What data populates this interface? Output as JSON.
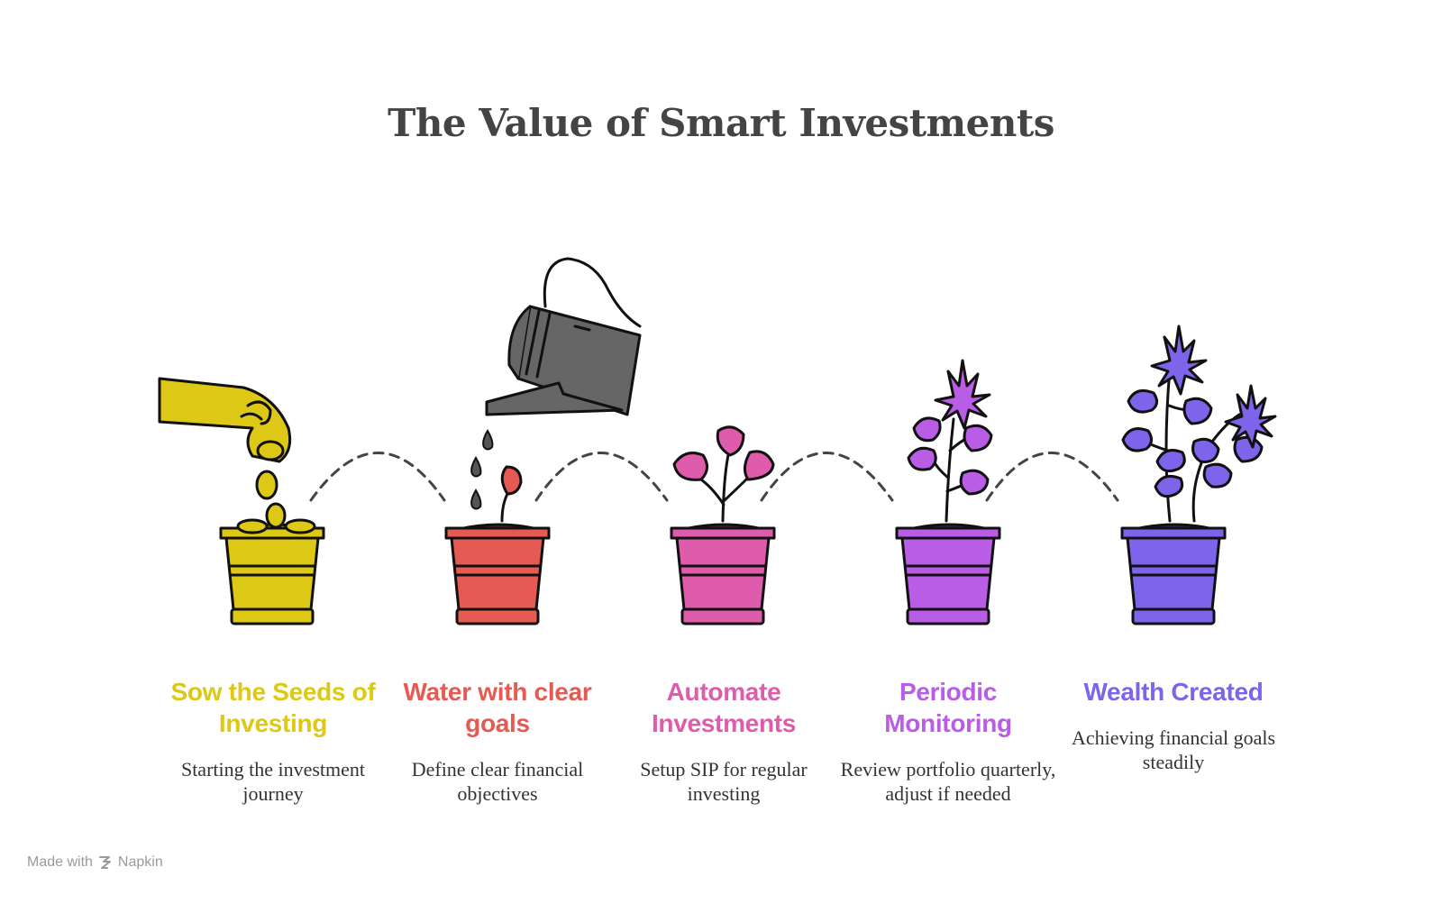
{
  "title": "The Value of Smart Investments",
  "steps": [
    {
      "title": "Sow the Seeds of Investing",
      "description": "Starting the investment journey",
      "color": "#DDC815",
      "icon": "hand-sowing-seeds-icon"
    },
    {
      "title": "Water with clear goals",
      "description": "Define clear financial objectives",
      "color": "#E55A52",
      "icon": "watering-can-icon"
    },
    {
      "title": "Automate Investments",
      "description": "Setup SIP for regular investing",
      "color": "#DE5CAB",
      "icon": "sprout-icon"
    },
    {
      "title": "Periodic Monitoring",
      "description": "Review portfolio quarterly, adjust if needed",
      "color": "#B95CE6",
      "icon": "flowering-plant-icon"
    },
    {
      "title": "Wealth Created",
      "description": "Achieving financial goals steadily",
      "color": "#7E64EA",
      "icon": "full-bloom-plant-icon"
    }
  ],
  "footer": {
    "made_with": "Made with",
    "brand": "Napkin"
  }
}
